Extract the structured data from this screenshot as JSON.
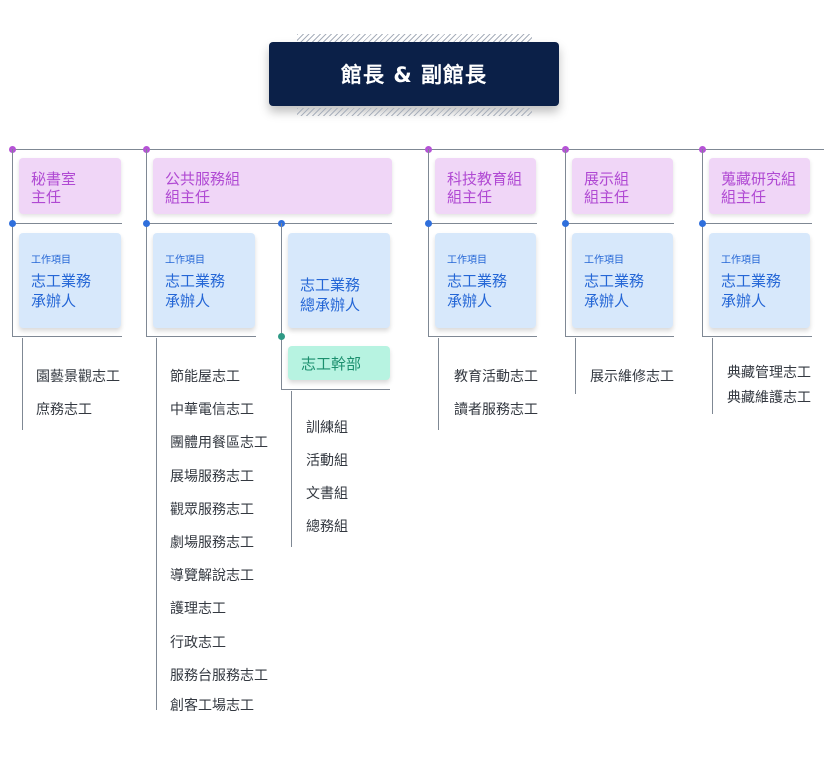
{
  "header": {
    "title": "館長 & 副館長"
  },
  "departments": [
    {
      "head": [
        "秘書室",
        "主任"
      ],
      "coordinators": [
        {
          "small": "工作項目",
          "title": [
            "志工業務",
            "承辦人"
          ]
        }
      ],
      "volunteers": [
        "園藝景觀志工",
        "庶務志工"
      ]
    },
    {
      "head": [
        "公共服務組",
        "組主任"
      ],
      "coordinators": [
        {
          "small": "工作項目",
          "title": [
            "志工業務",
            "承辦人"
          ]
        },
        {
          "small": "",
          "title": [
            "志工業務",
            "總承辦人"
          ]
        }
      ],
      "volunteers": [
        "節能屋志工",
        "中華電信志工",
        "團體用餐區志工",
        "展場服務志工",
        "觀眾服務志工",
        "劇場服務志工",
        "導覽解說志工",
        "護理志工",
        "行政志工",
        "服務台服務志工",
        "創客工場志工"
      ],
      "cadre": {
        "label": "志工幹部",
        "groups": [
          "訓練組",
          "活動組",
          "文書組",
          "總務組"
        ]
      }
    },
    {
      "head": [
        "科技教育組",
        "組主任"
      ],
      "coordinators": [
        {
          "small": "工作項目",
          "title": [
            "志工業務",
            "承辦人"
          ]
        }
      ],
      "volunteers": [
        "教育活動志工",
        "讀者服務志工"
      ]
    },
    {
      "head": [
        "展示組",
        "組主任"
      ],
      "coordinators": [
        {
          "small": "工作項目",
          "title": [
            "志工業務",
            "承辦人"
          ]
        }
      ],
      "volunteers": [
        "展示維修志工"
      ]
    },
    {
      "head": [
        "蒐藏研究組",
        "組主任"
      ],
      "coordinators": [
        {
          "small": "工作項目",
          "title": [
            "志工業務",
            "承辦人"
          ]
        }
      ],
      "volunteers": [
        "典藏管理志工",
        "典藏維護志工"
      ]
    }
  ],
  "colors": {
    "header_bg": "#0b2048",
    "head_card": "#f0d6f7",
    "head_text": "#b049d3",
    "coord_card": "#d7e8fb",
    "coord_text": "#2466d6",
    "cadre_card": "#b7f3e1",
    "cadre_text": "#1b8f6e"
  }
}
